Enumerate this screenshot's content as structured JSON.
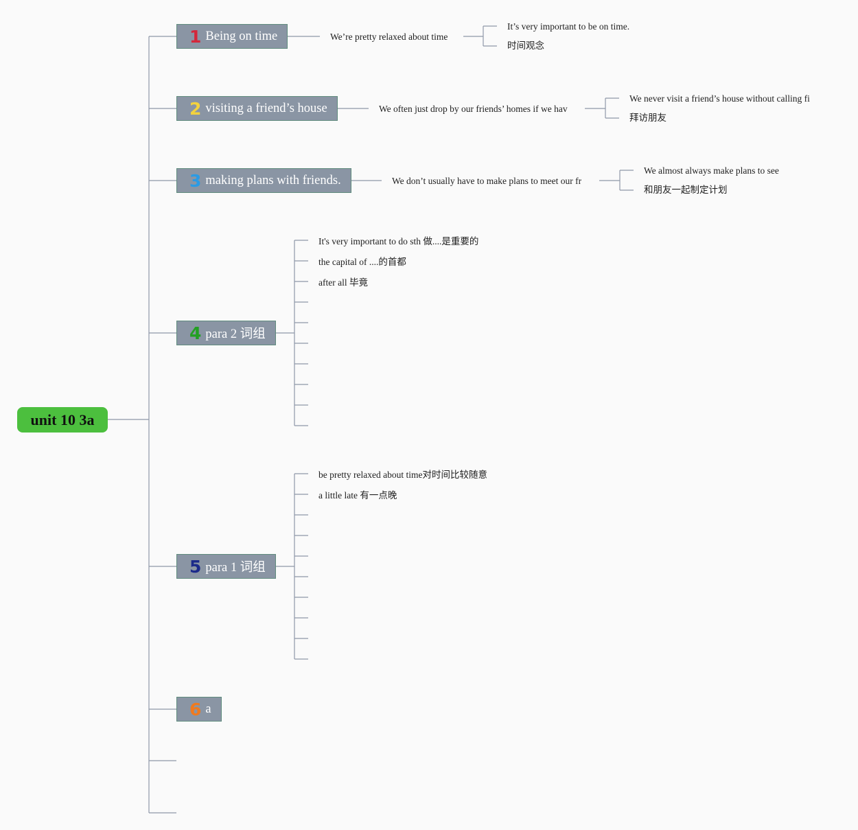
{
  "root": {
    "label": "unit 10 3a",
    "color": "#4cbf3e"
  },
  "topics": [
    {
      "number": "1",
      "number_color": "#d3283b",
      "label": "Being on time",
      "child": "We’re pretty relaxed about time",
      "grandchildren": [
        "It’s very important to be on time.",
        "时间观念"
      ]
    },
    {
      "number": "2",
      "number_color": "#f3d23e",
      "label": "visiting a friend’s house",
      "child": "We often just drop by our friends’ homes if we hav",
      "grandchildren": [
        "We never visit a friend’s house without calling fi",
        "拜访朋友"
      ]
    },
    {
      "number": "3",
      "number_color": "#2b9be4",
      "label": "making plans with friends.",
      "child": "We don’t usually have to make plans to meet our fr",
      "grandchildren": [
        "We almost always make plans to see",
        "和朋友一起制定计划"
      ]
    },
    {
      "number": "4",
      "number_color": "#23a023",
      "label": "para 2 词组",
      "items": [
        "It's very important to do sth 做....是重要的",
        "the capital of ....的首都",
        "after all 毕竟"
      ]
    },
    {
      "number": "5",
      "number_color": "#1b2a8a",
      "label": "para 1 词组",
      "items": [
        "be pretty relaxed about time对时间比较随意",
        "a little late 有一点晚"
      ]
    },
    {
      "number": "6",
      "number_color": "#f07a1e",
      "label": "a"
    }
  ],
  "colors": {
    "topic_fill": "#8a95a4",
    "line": "#8e97a8"
  }
}
